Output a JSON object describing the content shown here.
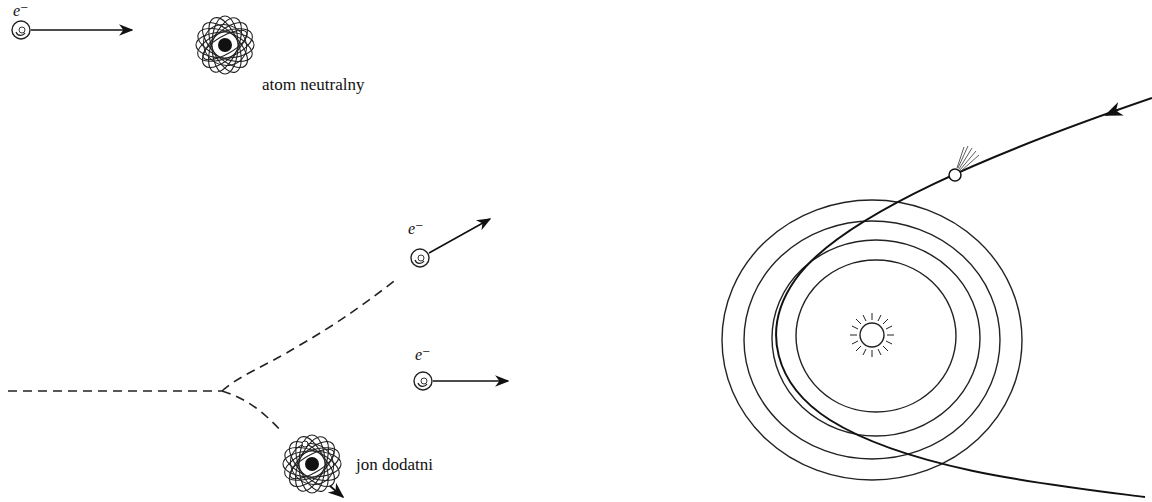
{
  "diagram": {
    "labels": [
      "e⁻",
      "atom neutralny",
      "e⁻",
      "e⁻",
      "jon dodatni"
    ]
  }
}
